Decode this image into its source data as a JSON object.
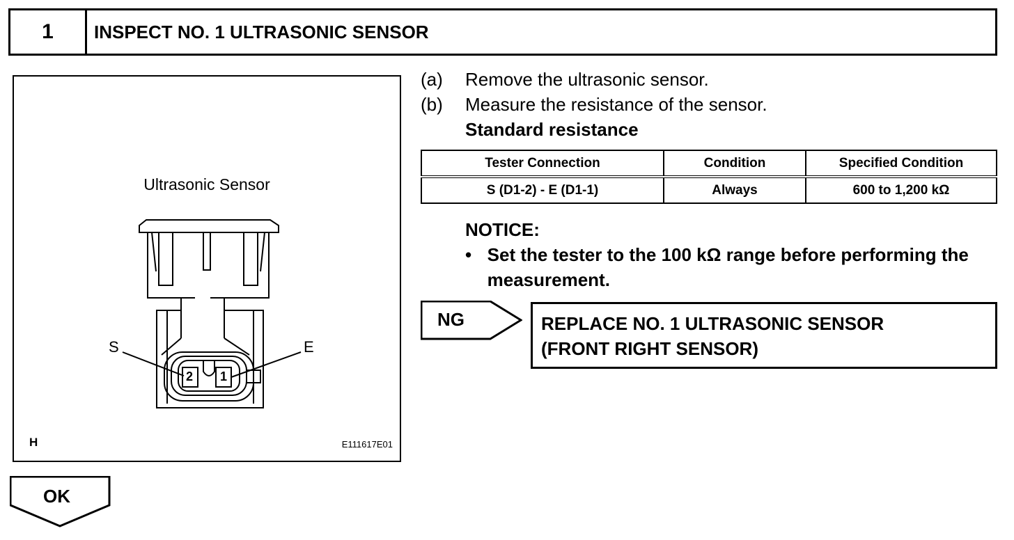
{
  "step": {
    "number": "1",
    "title": "INSPECT NO. 1 ULTRASONIC SENSOR"
  },
  "illustration": {
    "caption": "Ultrasonic Sensor",
    "pin_label_left": "S",
    "pin_label_right": "E",
    "pin_left_number": "2",
    "pin_right_number": "1",
    "corner_left": "H",
    "corner_right": "E111617E01"
  },
  "instructions": [
    {
      "marker": "(a)",
      "text": "Remove the ultrasonic sensor."
    },
    {
      "marker": "(b)",
      "text": "Measure the resistance of the sensor."
    }
  ],
  "standard_label": "Standard resistance",
  "table": {
    "headers": [
      "Tester Connection",
      "Condition",
      "Specified Condition"
    ],
    "rows": [
      [
        "S (D1-2) - E (D1-1)",
        "Always",
        "600 to 1,200 kΩ"
      ]
    ]
  },
  "notice": {
    "heading": "NOTICE:",
    "bullet": "•",
    "items": [
      "Set the tester to the 100 kΩ range before performing the measurement."
    ]
  },
  "ng": {
    "label": "NG",
    "result_line1": "REPLACE NO. 1 ULTRASONIC SENSOR",
    "result_line2": "(FRONT RIGHT SENSOR)"
  },
  "ok": {
    "label": "OK"
  }
}
